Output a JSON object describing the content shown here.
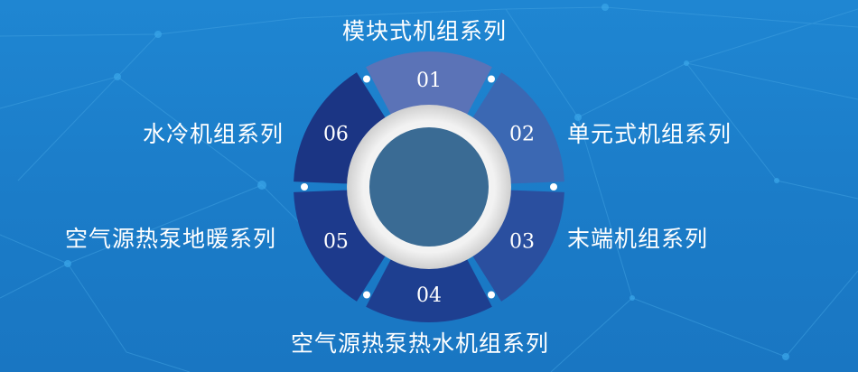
{
  "segments": [
    {
      "number": "01",
      "label": "模块式机组系列",
      "color": "#5b73b7"
    },
    {
      "number": "02",
      "label": "单元式机组系列",
      "color": "#3b68b3"
    },
    {
      "number": "03",
      "label": "末端机组系列",
      "color": "#2a4f9f"
    },
    {
      "number": "04",
      "label": "空气源热泵热水机组系列",
      "color": "#1e3f90"
    },
    {
      "number": "05",
      "label": "空气源热泵地暖系列",
      "color": "#1d3a8c"
    },
    {
      "number": "06",
      "label": "水冷机组系列",
      "color": "#1b3584"
    }
  ],
  "center": {
    "color": "#3a6b94"
  }
}
